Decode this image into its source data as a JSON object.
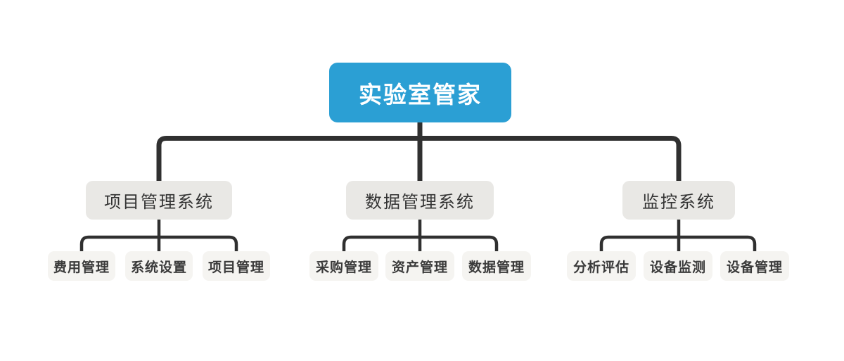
{
  "diagram": {
    "type": "mindmap-tree",
    "root": {
      "label": "实验室管家"
    },
    "branches": [
      {
        "label": "项目管理系统",
        "children": [
          {
            "label": "费用管理"
          },
          {
            "label": "系统设置"
          },
          {
            "label": "项目管理"
          }
        ]
      },
      {
        "label": "数据管理系统",
        "children": [
          {
            "label": "采购管理"
          },
          {
            "label": "资产管理"
          },
          {
            "label": "数据管理"
          }
        ]
      },
      {
        "label": "监控系统",
        "children": [
          {
            "label": "分析评估"
          },
          {
            "label": "设备监测"
          },
          {
            "label": "设备管理"
          }
        ]
      }
    ]
  },
  "colors": {
    "canvas_bg": "#FFFFFF",
    "root_bg": "#2B9FD4",
    "root_text": "#FFFFFF",
    "branch_bg": "#E9E8E5",
    "branch_text": "#333333",
    "leaf_bg": "#F5F4F1",
    "leaf_text": "#3A3A3A",
    "connector": "#303030"
  }
}
